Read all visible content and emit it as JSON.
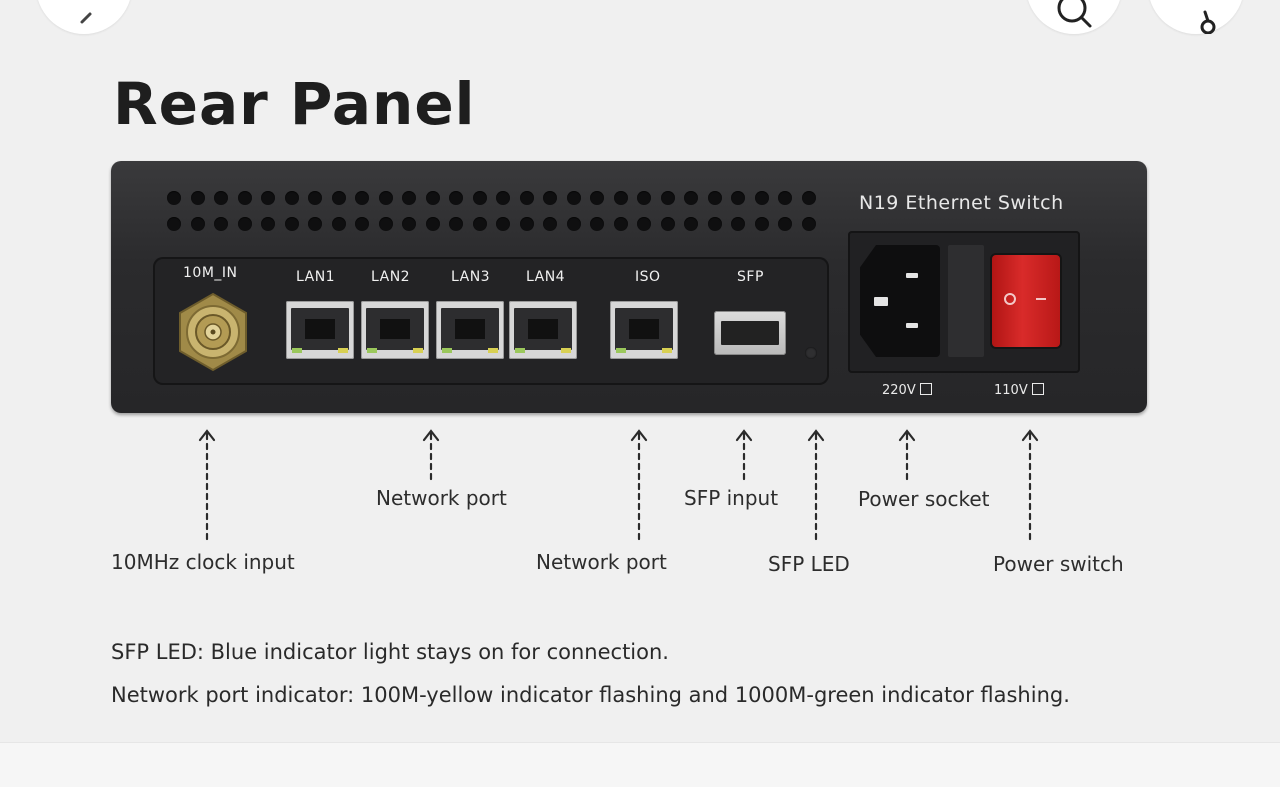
{
  "header": {
    "title": "Rear Panel"
  },
  "top_buttons": {
    "back_icon": "chevron-left-icon",
    "search_icon": "search-icon",
    "cart_icon": "cart-icon"
  },
  "device": {
    "model": "N19 Ethernet Switch",
    "ports": {
      "clock_label": "10M_IN",
      "lan_labels": [
        "LAN1",
        "LAN2",
        "LAN3",
        "LAN4"
      ],
      "iso_label": "ISO",
      "sfp_label": "SFP"
    },
    "power": {
      "v220_label": "220V",
      "v110_label": "110V",
      "rocker_off_symbol": "O",
      "rocker_on_symbol": "I"
    },
    "colors": {
      "body": "#2b2b2d",
      "rocker": "#d92b2a",
      "led_green": "#9bc85c",
      "led_yellow": "#d8d053"
    }
  },
  "callouts": {
    "clock_input": "10MHz clock input",
    "network_port_lan": "Network port",
    "network_port_iso": "Network port",
    "sfp_input": "SFP input",
    "sfp_led": "SFP LED",
    "power_socket": "Power socket",
    "power_switch": "Power switch"
  },
  "notes": {
    "sfp_led": "SFP LED: Blue indicator light stays on for connection.",
    "network_indicator": "Network port indicator: 100M-yellow indicator flashing and 1000M-green indicator flashing."
  }
}
